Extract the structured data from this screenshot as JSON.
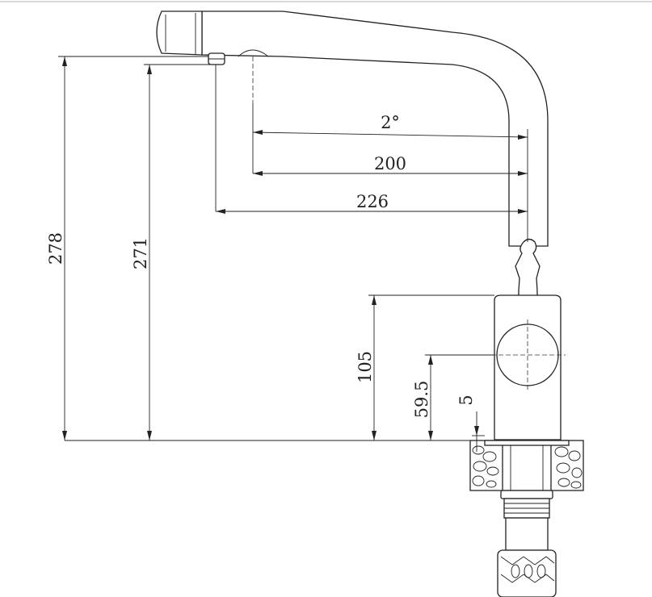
{
  "dimensions": {
    "height_total": "278",
    "height_spout": "271",
    "reach_angle": "2°",
    "reach_200": "200",
    "reach_226": "226",
    "handle_height": "105",
    "lever_axis_height": "59.5",
    "base_step": "5"
  }
}
